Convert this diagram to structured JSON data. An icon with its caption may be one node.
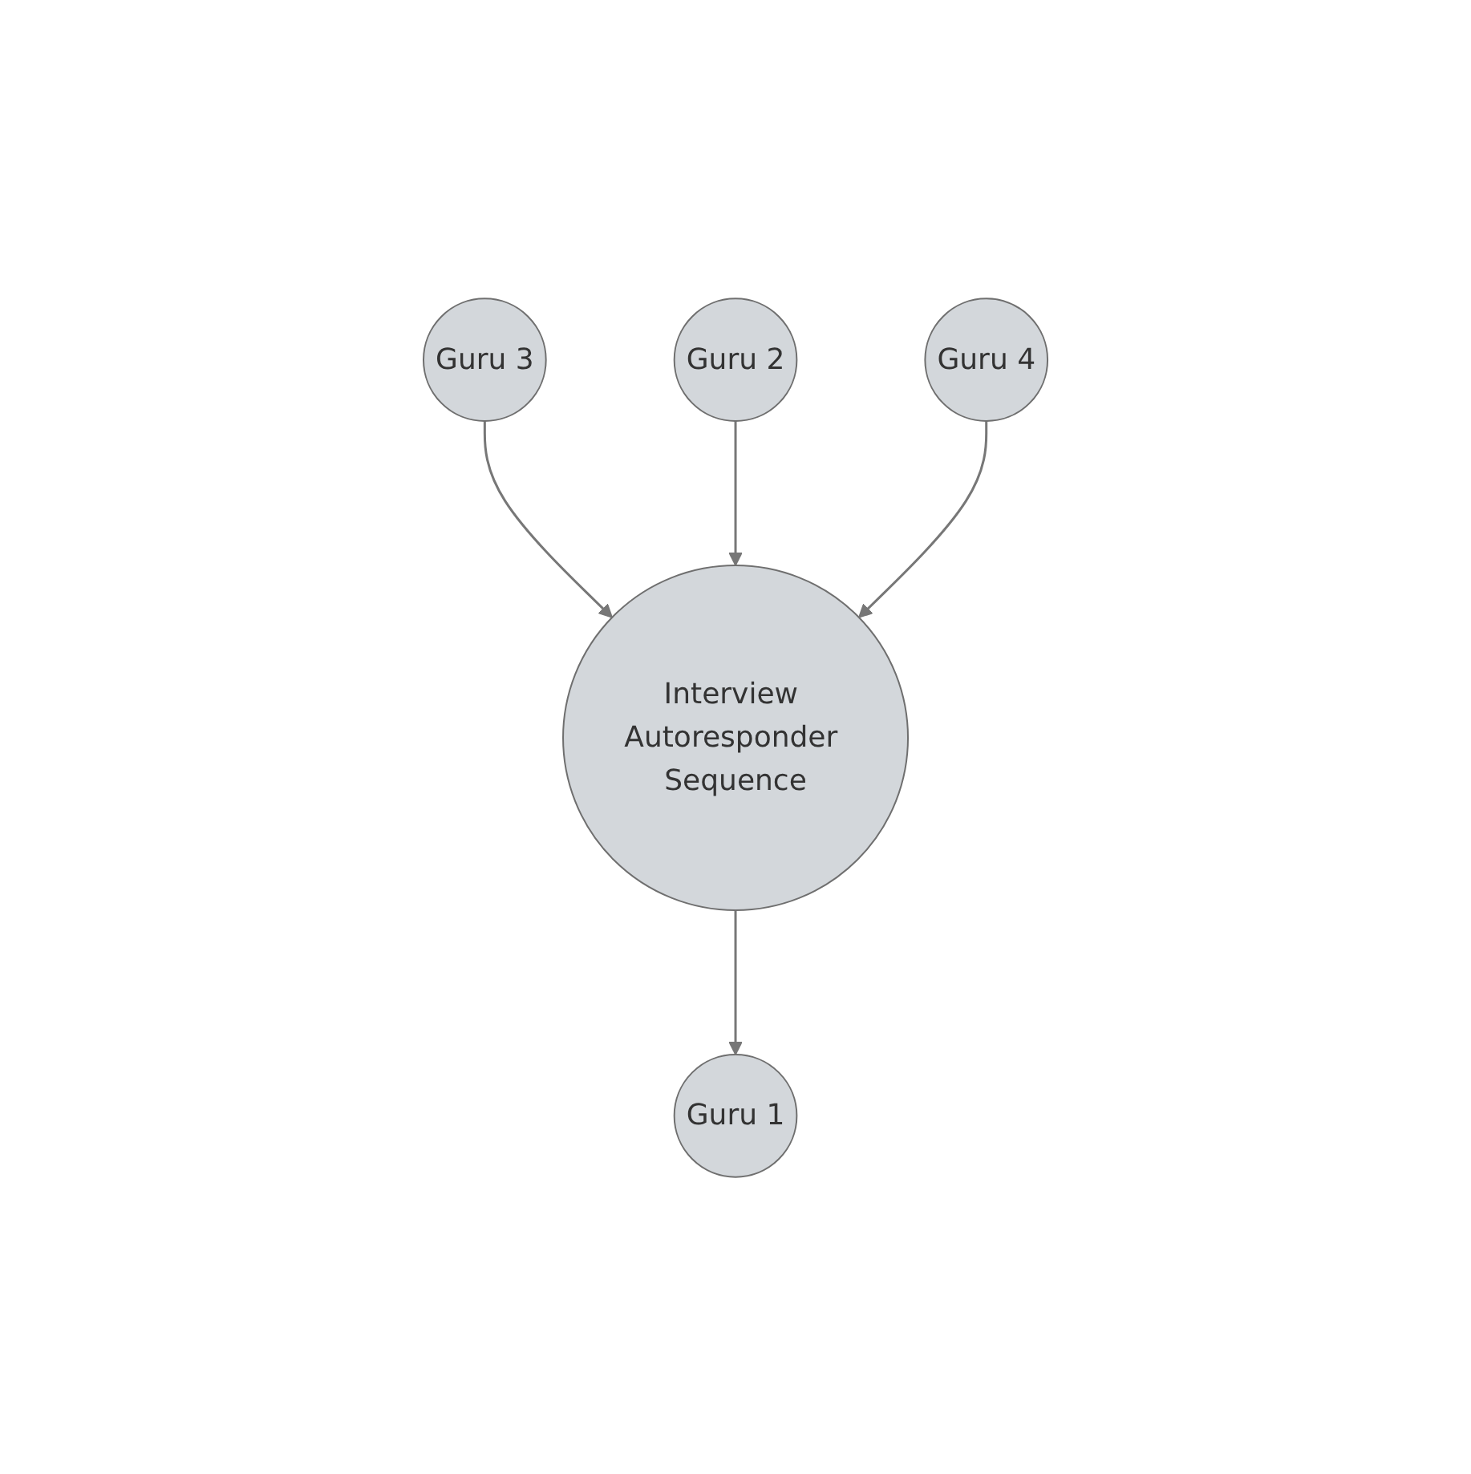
{
  "diagram": {
    "nodes": [
      {
        "text": [
          "Guru 1"
        ]
      },
      {
        "text": [
          "Guru 3"
        ]
      },
      {
        "text": [
          "Interview Autoresponder Sequence"
        ]
      },
      {
        "text": [
          "Guru 2"
        ]
      },
      {
        "text": [
          "Guru 4"
        ]
      }
    ],
    "edges": [
      {
        "from": 2,
        "to": 0,
        "arrow": "to"
      },
      {
        "from": 1,
        "to": 2,
        "arrow": "to"
      },
      {
        "from": 3,
        "to": 2,
        "arrow": "to"
      },
      {
        "from": 4,
        "to": 2,
        "arrow": "to"
      }
    ]
  }
}
